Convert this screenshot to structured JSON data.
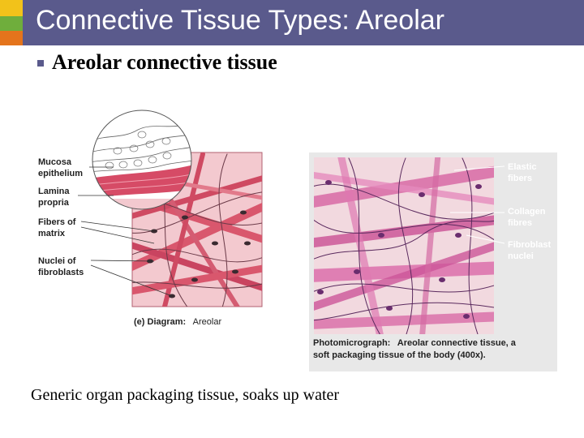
{
  "header": {
    "title": "Connective Tissue Types: Areolar",
    "colors": {
      "bar": "#5a5a8c",
      "yellow": "#f2c21a",
      "green": "#6fae3c",
      "orange": "#e4741c"
    }
  },
  "bullet": {
    "text": "Areolar connective tissue"
  },
  "diagram": {
    "labels": [
      "Mucosa",
      "epithelium",
      "Lamina",
      "propria",
      "Fibers of",
      "matrix",
      "Nuclei of",
      "fibroblasts"
    ],
    "caption_bold": "(e) Diagram:",
    "caption_rest": "Areolar"
  },
  "photo": {
    "labels": [
      "Elastic",
      "fibers",
      "Collagen",
      "fibres",
      "Fibroblast",
      "nuclei"
    ],
    "caption_bold": "Photomicrograph:",
    "caption_line1": "Areolar connective tissue, a",
    "caption_line2": "soft packaging tissue of the body (400x)."
  },
  "caption": "Generic organ packaging tissue, soaks up water"
}
